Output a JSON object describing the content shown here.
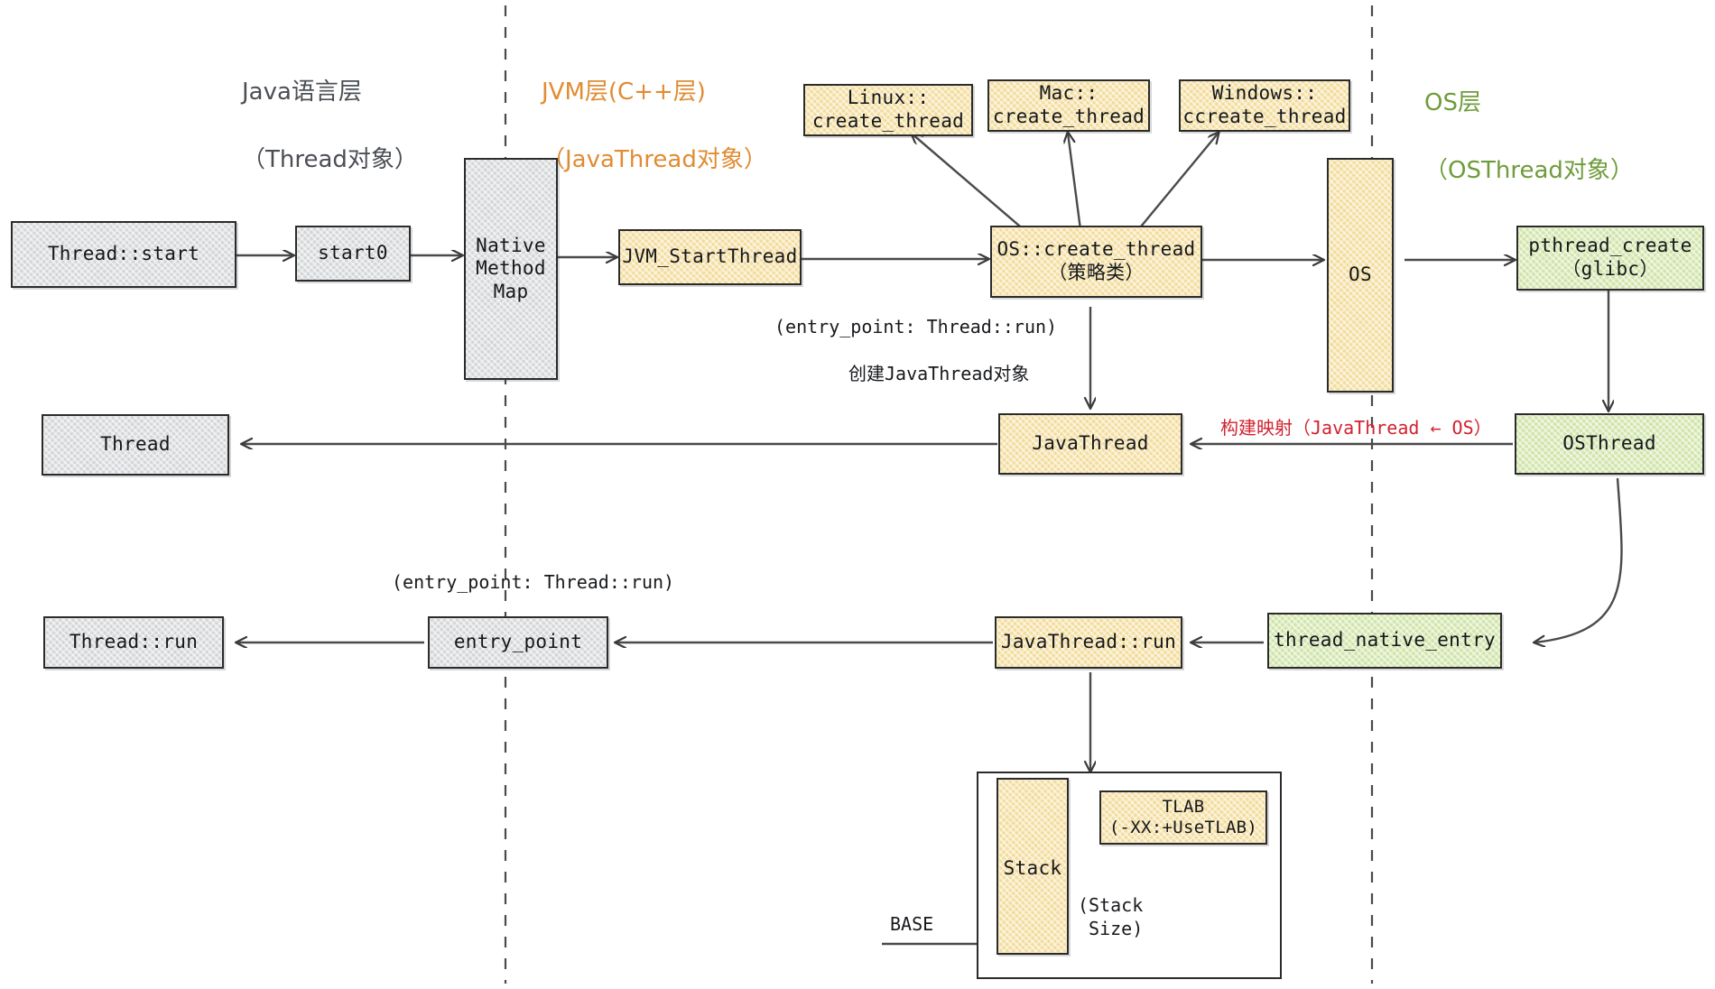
{
  "diagram": {
    "title": "JVM Thread Creation Flow",
    "colors": {
      "java_layer": "#4b4f54",
      "jvm_layer": "#e08c33",
      "os_layer": "#6f9c3b",
      "grey_fill": "#d3d5d7",
      "yellow_fill": "#f3dc9b",
      "green_fill": "#cfe4a7",
      "annotation_red": "#d2222f",
      "stroke": "#2b2b2b"
    }
  },
  "lanes": [
    {
      "id": "java",
      "title": "Java语言层",
      "subtitle": "（Thread对象）"
    },
    {
      "id": "jvm",
      "title": "JVM层(C++层)",
      "subtitle": "（JavaThread对象）"
    },
    {
      "id": "os",
      "title": "OS层",
      "subtitle": "（OSThread对象）"
    }
  ],
  "nodes": {
    "thread_start": {
      "label": "Thread::start"
    },
    "start0": {
      "label": "start0"
    },
    "native_method_map": {
      "label": "Native\nMethod\nMap"
    },
    "jvm_startthread": {
      "label": "JVM_StartThread"
    },
    "linux_create": {
      "label": "Linux::\ncreate_thread"
    },
    "mac_create": {
      "label": "Mac::\ncreate_thread"
    },
    "windows_create": {
      "label": "Windows::\nccreate_thread"
    },
    "os_create_thread": {
      "label": "OS::create_thread\n（策略类）"
    },
    "os_box": {
      "label": "OS"
    },
    "pthread_create": {
      "label": "pthread_create\n（glibc）"
    },
    "thread": {
      "label": "Thread"
    },
    "javathread": {
      "label": "JavaThread"
    },
    "osthread": {
      "label": "OSThread"
    },
    "thread_run": {
      "label": "Thread::run"
    },
    "entry_point": {
      "label": "entry_point"
    },
    "javathread_run": {
      "label": "JavaThread::run"
    },
    "thread_native_entry": {
      "label": "thread_native_entry"
    },
    "stack": {
      "label": "Stack"
    },
    "tlab": {
      "label": "TLAB\n(-XX:+UseTLAB)"
    },
    "memory_container": {
      "label": ""
    }
  },
  "annotations": {
    "entry_point_top": "(entry_point: Thread::run)",
    "create_javathread": "创建JavaThread对象",
    "build_mapping": "构建映射（JavaThread ← OS）",
    "entry_point_mid": "(entry_point: Thread::run)",
    "stack_size": "(Stack\n Size)",
    "base": "BASE"
  }
}
